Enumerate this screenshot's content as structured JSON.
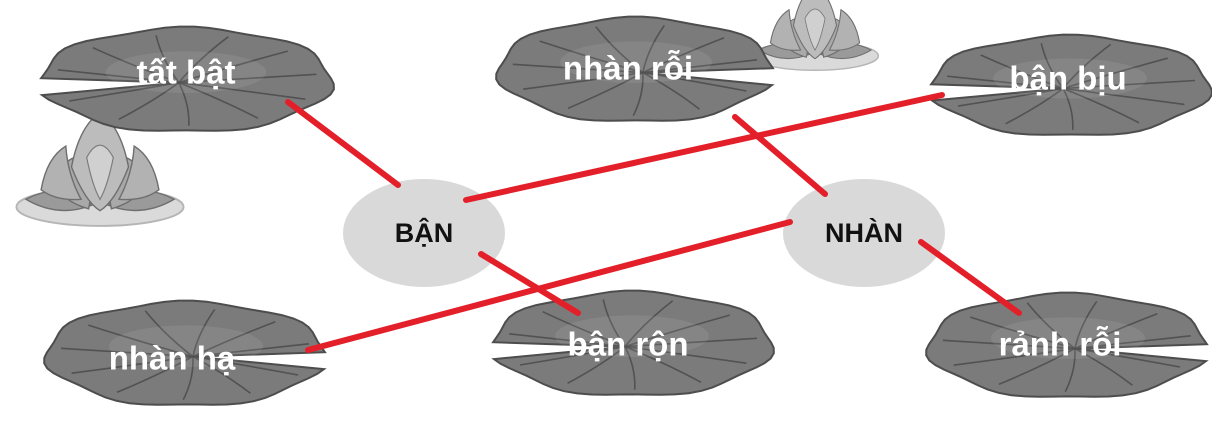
{
  "colors": {
    "link": "#e3202a",
    "hub_fill": "#d9d9d9",
    "hub_text": "#111111",
    "pad_fill": "#7b7b7b",
    "pad_vein": "#444444",
    "pad_text": "#ffffff"
  },
  "hubs": {
    "ban": {
      "label": "BẬN"
    },
    "nhan": {
      "label": "NHÀN"
    }
  },
  "pads": {
    "tat_bat": {
      "label": "tất bật"
    },
    "nhan_roi": {
      "label": "nhàn rỗi"
    },
    "ban_biu": {
      "label": "bận bịu"
    },
    "nhan_ha": {
      "label": "nhàn hạ"
    },
    "ban_ron": {
      "label": "bận rộn"
    },
    "ranh_roi": {
      "label": "rảnh rỗi"
    }
  },
  "links": [
    {
      "from": "ban",
      "to": "tat_bat"
    },
    {
      "from": "ban",
      "to": "ban_biu"
    },
    {
      "from": "ban",
      "to": "ban_ron"
    },
    {
      "from": "nhan",
      "to": "nhan_roi"
    },
    {
      "from": "nhan",
      "to": "nhan_ha"
    },
    {
      "from": "nhan",
      "to": "ranh_roi"
    }
  ],
  "decorations": [
    "lotus-flower-icon",
    "lotus-flower-icon"
  ]
}
